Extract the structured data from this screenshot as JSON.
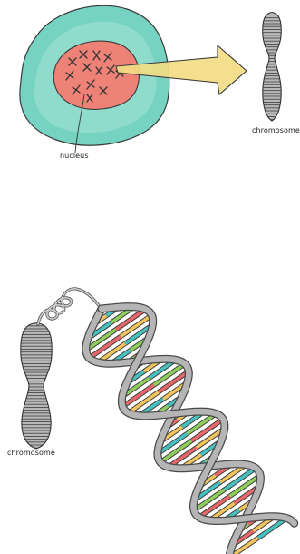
{
  "labels": {
    "nucleus": "nucleus",
    "chromosome_top": "chromosome",
    "chromosome_bottom": "chromosome"
  },
  "colors": {
    "cell_fill": "#76d3c2",
    "cell_inner": "#8fdccd",
    "nucleus_fill": "#ee8276",
    "arrow_fill": "#f2dc83",
    "chromosome_fill": "#a9a9a9",
    "helix_backbone": "#b5b5b5",
    "base_pair_colors": [
      "#e8676a",
      "#f2c45c",
      "#47c1c0",
      "#8fcd5c"
    ]
  }
}
